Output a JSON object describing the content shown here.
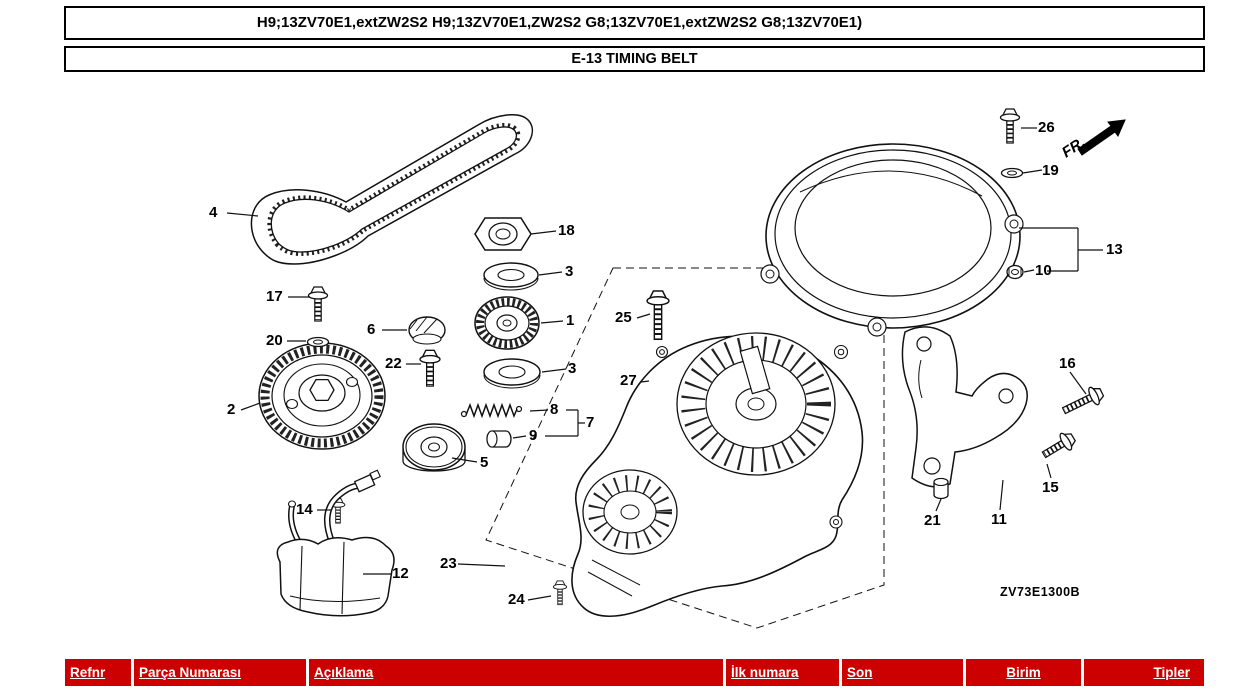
{
  "colors": {
    "table_header_bg": "#cc0000",
    "table_header_text": "#ffffff",
    "line_color": "#111111"
  },
  "header": {
    "catalog_line": "H9;13ZV70E1,extZW2S2 H9;13ZV70E1,ZW2S2 G8;13ZV70E1,extZW2S2 G8;13ZV70E1)",
    "section_title": "E-13 TIMING BELT"
  },
  "diagram": {
    "drawing_code": "ZV73E1300B",
    "direction_label": "FR.",
    "callouts": [
      {
        "n": "4"
      },
      {
        "n": "17"
      },
      {
        "n": "20"
      },
      {
        "n": "2"
      },
      {
        "n": "6"
      },
      {
        "n": "22"
      },
      {
        "n": "18"
      },
      {
        "n": "3"
      },
      {
        "n": "1"
      },
      {
        "n": "3"
      },
      {
        "n": "25"
      },
      {
        "n": "27"
      },
      {
        "n": "8"
      },
      {
        "n": "9"
      },
      {
        "n": "7"
      },
      {
        "n": "5"
      },
      {
        "n": "14"
      },
      {
        "n": "12"
      },
      {
        "n": "23"
      },
      {
        "n": "24"
      },
      {
        "n": "26"
      },
      {
        "n": "19"
      },
      {
        "n": "13"
      },
      {
        "n": "10"
      },
      {
        "n": "16"
      },
      {
        "n": "15"
      },
      {
        "n": "21"
      },
      {
        "n": "11"
      }
    ]
  },
  "table": {
    "columns": [
      {
        "label": "Refnr"
      },
      {
        "label": "Parça Numarası"
      },
      {
        "label": "Açıklama"
      },
      {
        "label": "İlk numara"
      },
      {
        "label": "Son"
      },
      {
        "label": "Birim"
      },
      {
        "label": "Tipler"
      }
    ]
  }
}
